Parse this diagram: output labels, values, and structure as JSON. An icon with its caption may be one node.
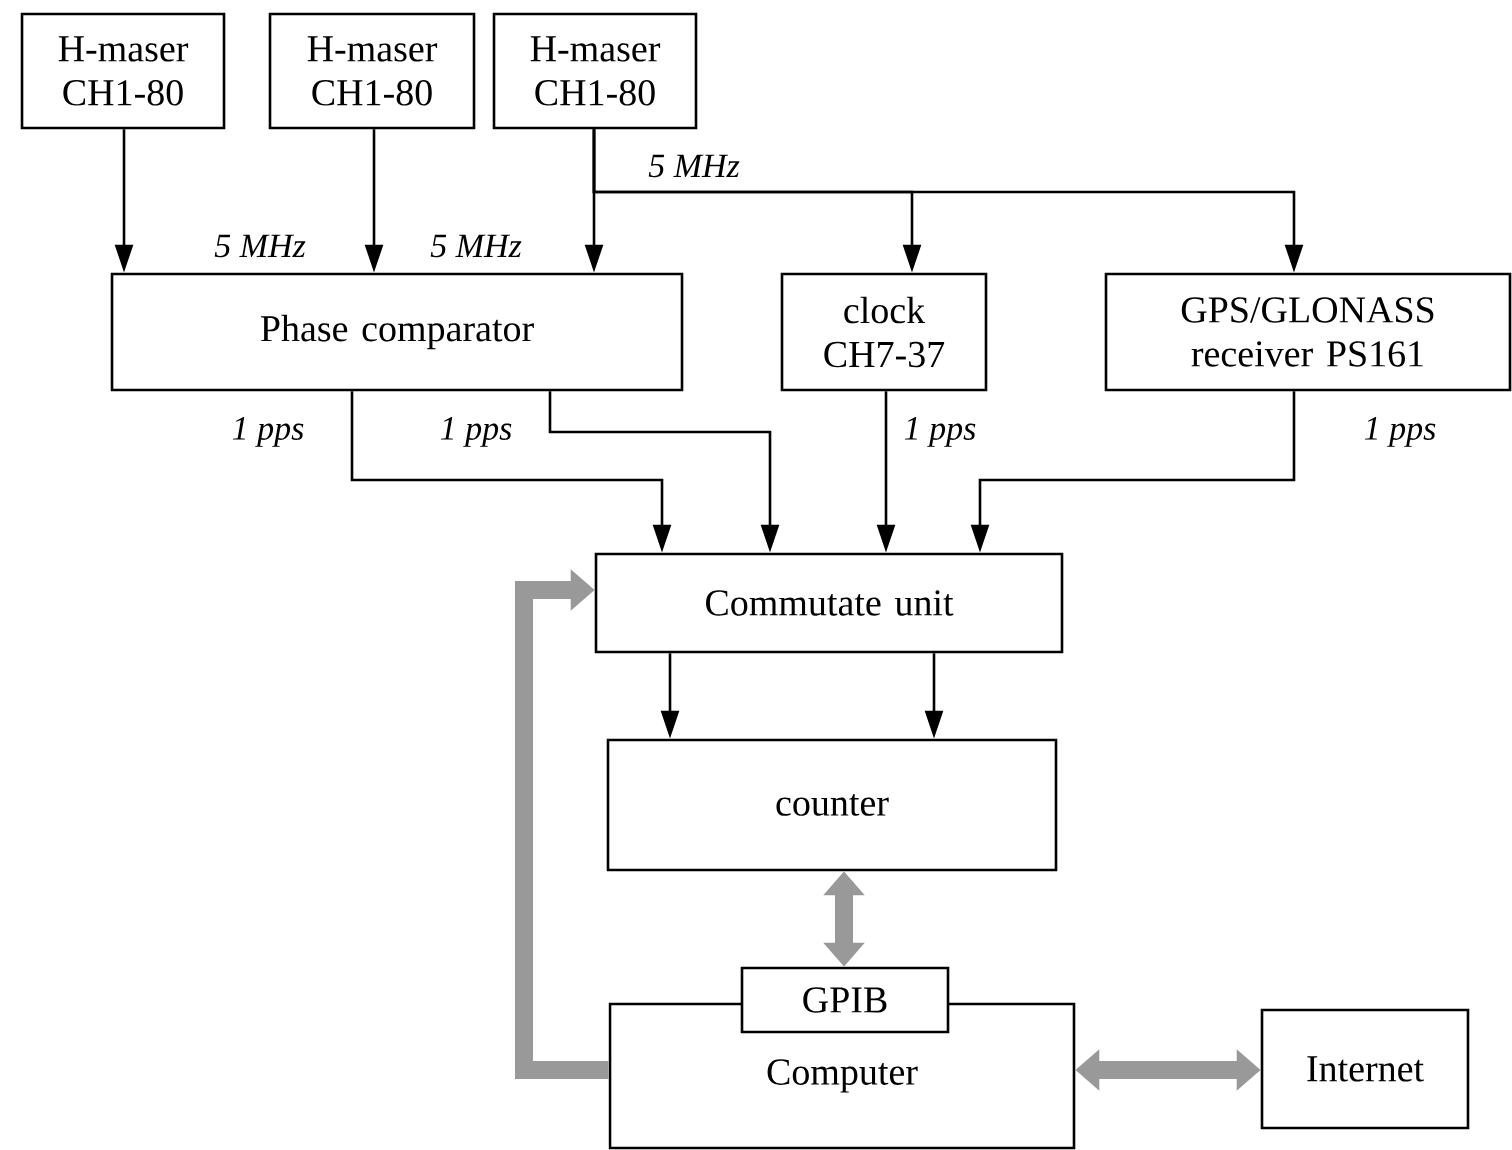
{
  "diagram": {
    "nodes": [
      {
        "text": [
          "H-maser CH1-80"
        ]
      },
      {
        "text": [
          "H-maser CH1-80"
        ]
      },
      {
        "text": [
          "H-maser CH1-80"
        ]
      },
      {
        "text": [
          "Phase comparator"
        ]
      },
      {
        "text": [
          "clock CH7-37"
        ]
      },
      {
        "text": [
          "GPS/GLONASS receiver PS161"
        ]
      },
      {
        "text": [
          "Commutate unit"
        ]
      },
      {
        "text": [
          "counter"
        ]
      },
      {
        "text": [
          "Computer"
        ]
      },
      {
        "text": [
          "GPIB"
        ]
      },
      {
        "text": [
          "Internet"
        ]
      }
    ],
    "edges": [
      {
        "from": 0,
        "to": 3,
        "arrow": "to",
        "label": "5 MHz"
      },
      {
        "from": 1,
        "to": 3,
        "arrow": "to",
        "label": "5 MHz"
      },
      {
        "from": 2,
        "to": 3,
        "arrow": "to"
      },
      {
        "from": 2,
        "to": 4,
        "arrow": "to",
        "label": "5 MHz"
      },
      {
        "from": 2,
        "to": 5,
        "arrow": "to"
      },
      {
        "from": 3,
        "to": 6,
        "arrow": "to",
        "label": "1 pps"
      },
      {
        "from": 3,
        "to": 6,
        "arrow": "to",
        "label": "1 pps"
      },
      {
        "from": 4,
        "to": 6,
        "arrow": "to",
        "label": "1 pps"
      },
      {
        "from": 5,
        "to": 6,
        "arrow": "to",
        "label": "1 pps"
      },
      {
        "from": 6,
        "to": 7,
        "arrow": "to"
      },
      {
        "from": 6,
        "to": 7,
        "arrow": "to"
      },
      {
        "from": 7,
        "to": 9,
        "arrow": "both",
        "style": "thick",
        "color": "#999999"
      },
      {
        "from": 8,
        "to": 6,
        "arrow": "to",
        "style": "thick",
        "color": "#999999"
      },
      {
        "from": 8,
        "to": 10,
        "arrow": "both",
        "style": "thick",
        "color": "#999999"
      }
    ]
  }
}
